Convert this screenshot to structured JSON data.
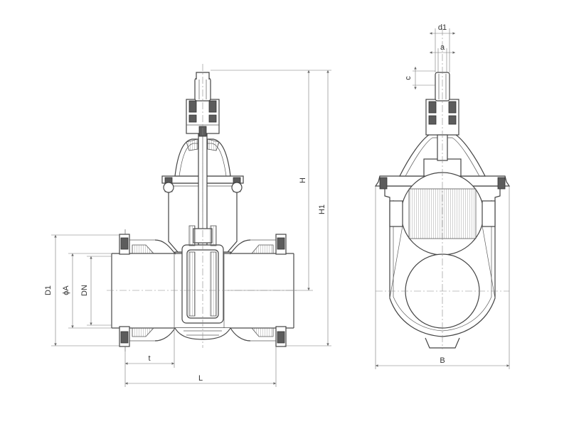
{
  "dimensions": {
    "front": {
      "D1": "D1",
      "phiA": "ϕA",
      "DN": "DN",
      "t": "t",
      "L": "L",
      "H": "H",
      "H1": "H1"
    },
    "side": {
      "d1": "d1",
      "a": "a",
      "c": "c",
      "B": "B"
    }
  },
  "colors": {
    "line": "#4a4a4a",
    "dimension": "#777777",
    "dark_fill": "#5c5c5c",
    "background": "#ffffff"
  }
}
